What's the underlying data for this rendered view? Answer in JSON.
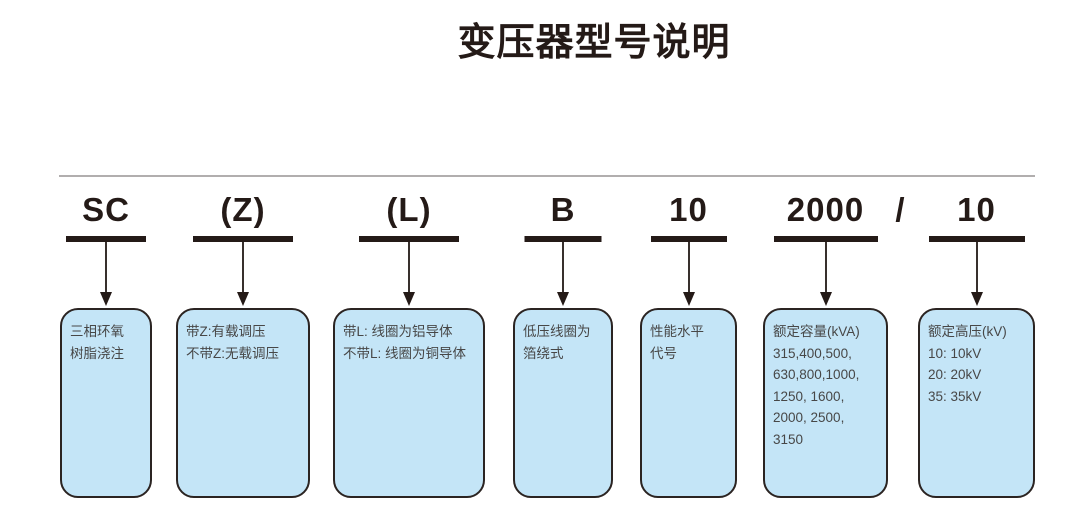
{
  "title": "变压器型号说明",
  "separator": "/",
  "colors": {
    "box_fill": "#c4e5f7",
    "box_border": "#2b2422",
    "ink": "#241a17",
    "box_text": "#474747",
    "divider": "#b1aeae"
  },
  "columns": [
    {
      "code": "SC",
      "meaning": [
        "三相环氧",
        "树脂浇注"
      ]
    },
    {
      "code": "(Z)",
      "meaning": [
        "带Z:有载调压",
        "不带Z:无载调压"
      ]
    },
    {
      "code": "(L)",
      "meaning": [
        "带L: 线圈为铝导体",
        "不带L: 线圈为铜导体"
      ]
    },
    {
      "code": "B",
      "meaning": [
        "低压线圈为",
        "箔绕式"
      ]
    },
    {
      "code": "10",
      "meaning": [
        "性能水平",
        "代号"
      ]
    },
    {
      "code": "2000",
      "meaning": [
        "额定容量(kVA)",
        "315,400,500,",
        "630,800,1000,",
        "1250, 1600,",
        "2000, 2500,",
        "3150"
      ]
    },
    {
      "code": "10",
      "meaning": [
        "额定高压(kV)",
        "10: 10kV",
        "20: 20kV",
        "35: 35kV"
      ]
    }
  ]
}
